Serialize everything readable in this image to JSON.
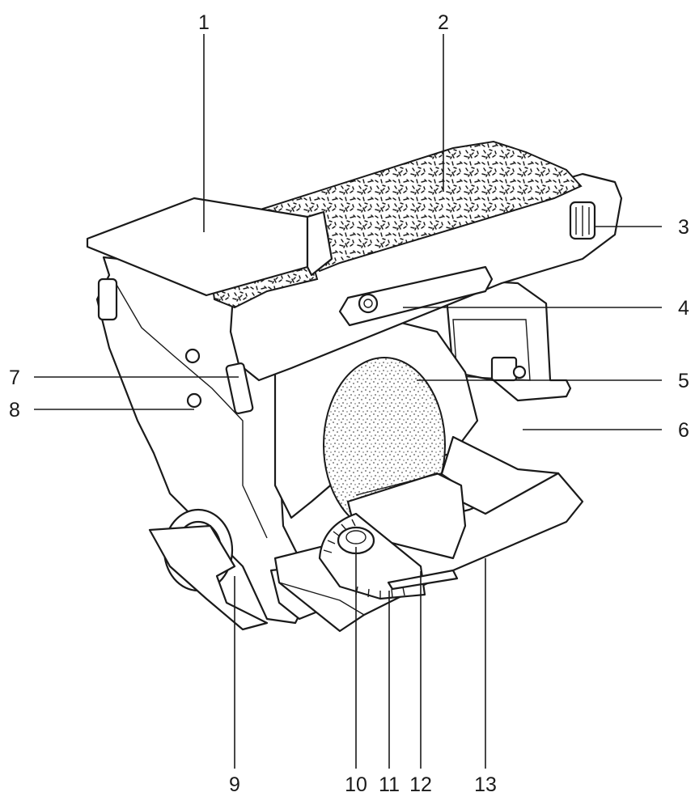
{
  "labels": {
    "l1": "1",
    "l2": "2",
    "l3": "3",
    "l4": "4",
    "l5": "5",
    "l6": "6",
    "l7": "7",
    "l8": "8",
    "l9": "9",
    "l10": "10",
    "l11": "11",
    "l12": "12",
    "l13": "13"
  },
  "colors": {
    "ink": "#1a1a1a",
    "paper": "#ffffff"
  }
}
